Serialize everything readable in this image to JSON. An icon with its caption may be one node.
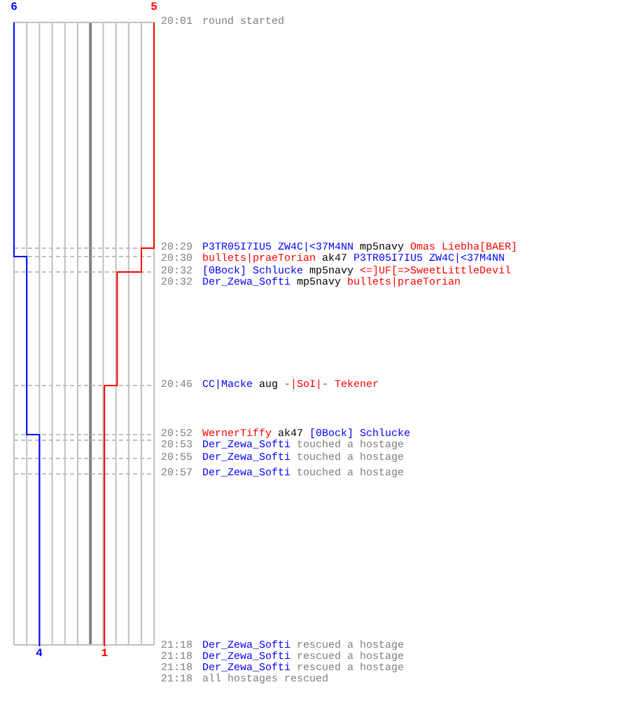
{
  "diagram": {
    "labels": [
      "6",
      "5",
      "20:01",
      "round started",
      "20:29",
      "P3TR05I7IU5 ZW4C|<37M4NN",
      "mp5navy",
      "Omas Liebha[BAER]",
      "20:30",
      "bullets|praeTorian",
      "ak47",
      "P3TR05I7IU5 ZW4C|<37M4NN",
      "20:32",
      "[0Bock] Schlucke",
      "mp5navy",
      "<=]UF[=>SweetLittleDevil",
      "20:32",
      "Der_Zewa_Softi",
      "mp5navy",
      "bullets|praeTorian",
      "20:46",
      "CC|Macke",
      "aug",
      "-|SoI|- Tekener",
      "20:52",
      "WernerTiffy",
      "ak47",
      "[0Bock] Schlucke",
      "20:53",
      "Der_Zewa_Softi",
      "touched a hostage",
      "20:55",
      "Der_Zewa_Softi",
      "touched a hostage",
      "20:57",
      "Der_Zewa_Softi",
      "touched a hostage",
      "21:18",
      "Der_Zewa_Softi",
      "rescued a hostage",
      "21:18",
      "Der_Zewa_Softi",
      "rescued a hostage",
      "21:18",
      "Der_Zewa_Softi",
      "rescued a hostage",
      "21:18",
      "all hostages rescued",
      "4",
      "1"
    ]
  }
}
